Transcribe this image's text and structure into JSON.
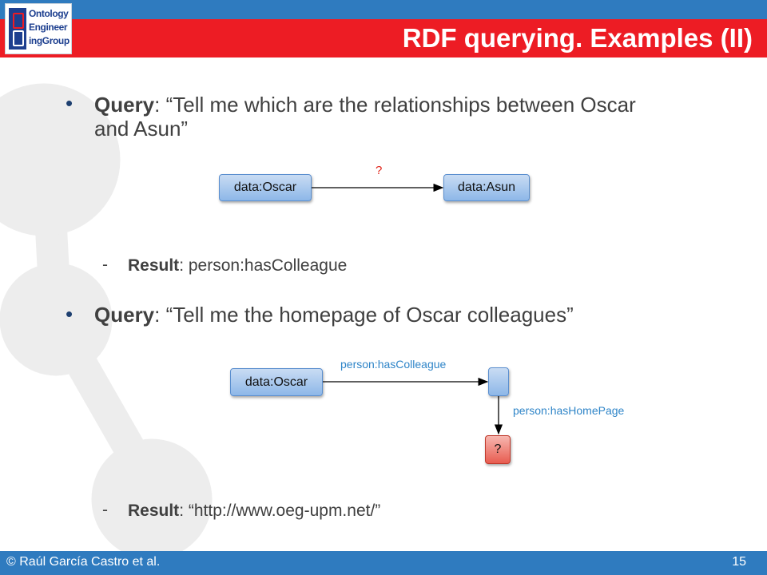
{
  "slide": {
    "title": "RDF querying. Examples (II)"
  },
  "logo": {
    "line1": "Ontology",
    "line2": "Engineer",
    "line3": "ingGroup"
  },
  "query1": {
    "bullet": "•",
    "label": "Query",
    "text": ": “Tell me which are the relationships between Oscar and Asun”",
    "diagram": {
      "source": "data:Oscar",
      "target": "data:Asun",
      "edge_label": "?"
    },
    "result_dash": "-",
    "result_label": "Result",
    "result_text": ": person:hasColleague"
  },
  "query2": {
    "bullet": "•",
    "label": "Query",
    "text": ": “Tell me the homepage of Oscar colleagues”",
    "diagram": {
      "source": "data:Oscar",
      "middle": "",
      "target": "?",
      "edge1_label": "person:hasColleague",
      "edge2_label": "person:hasHomePage"
    },
    "result_dash": "-",
    "result_label": "Result",
    "result_text": ": “http://www.oeg-upm.net/”"
  },
  "footer": {
    "credit": "© Raúl García Castro et al.",
    "page_number": "15"
  },
  "colors": {
    "header_blue": "#2f7bbf",
    "title_red": "#ed1c24",
    "node_blue": "#8db7e8",
    "node_red": "#e85c50",
    "edge_label_blue": "#2f85c8",
    "qmark_red": "#e1251b"
  }
}
